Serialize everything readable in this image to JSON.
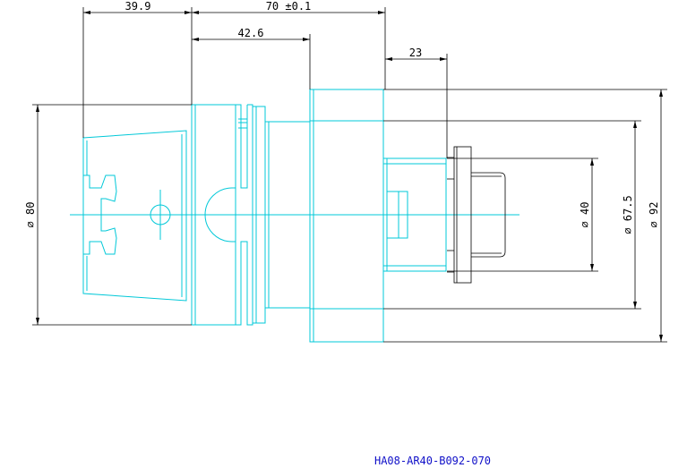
{
  "dimensions": {
    "d_39_9": "39.9",
    "d_70": "70 ±0.1",
    "d_42_6": "42.6",
    "d_23": "23",
    "dia_80": "⌀ 80",
    "dia_40": "⌀ 40",
    "dia_67_5": "⌀ 67.5",
    "dia_92": "⌀ 92"
  },
  "part_number": "HA08-AR40-B092-070",
  "colors": {
    "outline": "#00c8d8",
    "dimension": "#000000",
    "part_number": "#1010c8"
  }
}
